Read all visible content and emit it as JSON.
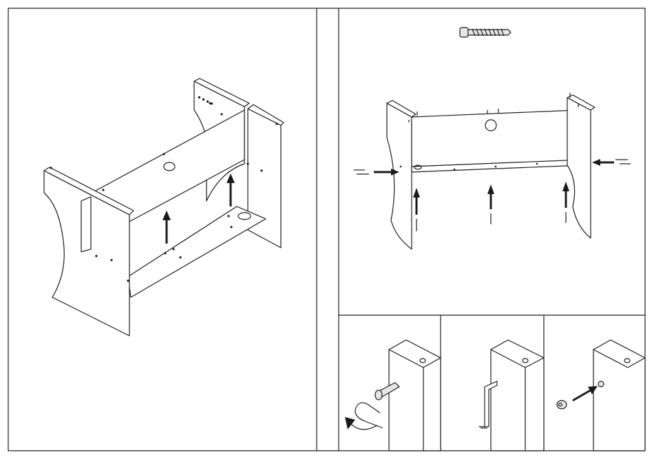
{
  "document": {
    "kind": "assembly-instructions-page",
    "panels": [
      "assembled-desk-frame",
      "fastener-insertion",
      "detail-cam-bolt",
      "detail-allen-key",
      "detail-cam-cap"
    ]
  },
  "colors": {
    "ink": "#1a1a1a",
    "paper": "#ffffff"
  },
  "icons": [
    "cam-bolt",
    "allen-key",
    "rotation-arrow",
    "cam-cap",
    "insertion-arrow"
  ]
}
